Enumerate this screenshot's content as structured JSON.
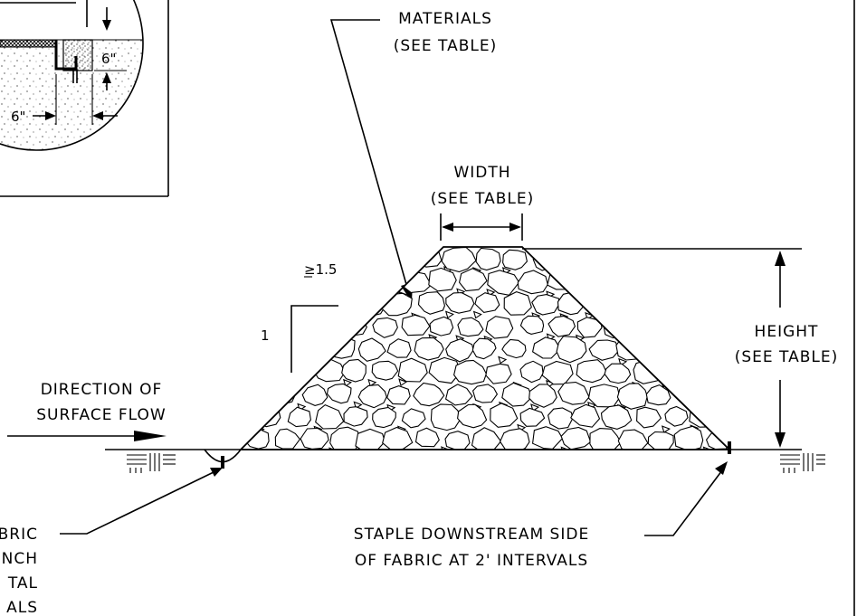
{
  "labels": {
    "materials": [
      "MATERIALS",
      "(SEE TABLE)"
    ],
    "width": [
      "WIDTH",
      "(SEE TABLE)"
    ],
    "height": [
      "HEIGHT",
      "(SEE TABLE)"
    ],
    "direction": [
      "DIRECTION OF",
      "SURFACE FLOW"
    ],
    "staple": [
      "STAPLE DOWNSTREAM SIDE",
      "OF FABRIC AT 2' INTERVALS"
    ],
    "fabric_partial": [
      "BRIC",
      "NCH",
      "TAL",
      "ALS"
    ],
    "slope_run": "≥1.5",
    "slope_rise": "1",
    "detail_dim_vertical": "6\"",
    "detail_dim_horizontal": "6\""
  }
}
